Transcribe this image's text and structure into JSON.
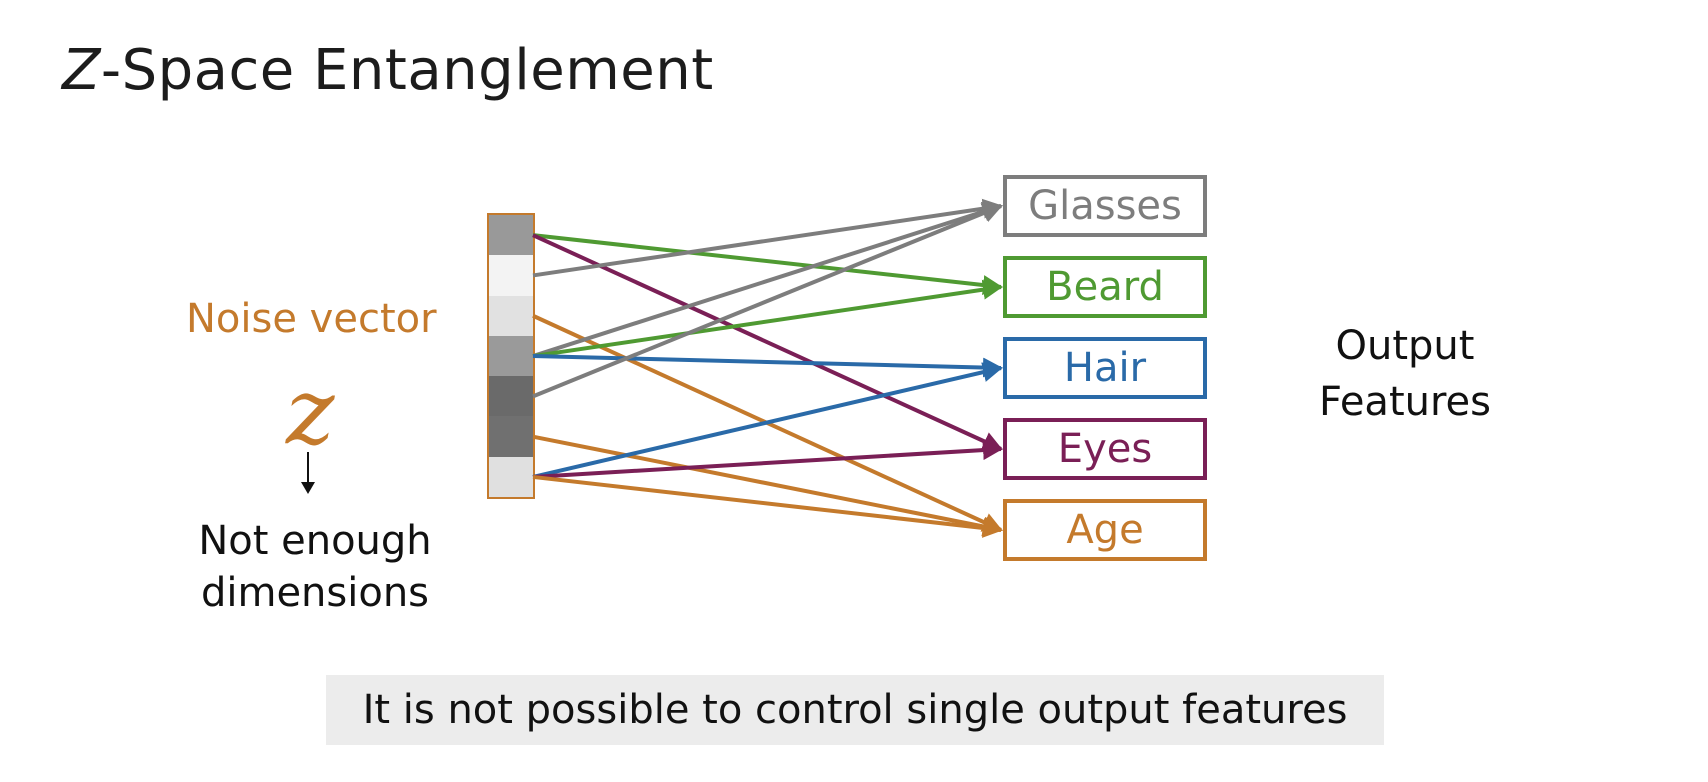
{
  "title_prefix": "Z",
  "title_rest": "-Space Entanglement",
  "noise_label": "Noise vector",
  "z_symbol": "z",
  "not_enough_line1": "Not enough",
  "not_enough_line2": "dimensions",
  "output_line1": "Output",
  "output_line2": "Features",
  "caption": "It is not possible to control single output features",
  "colors": {
    "accent_orange": "#c47a2c",
    "glasses": "#7d7d7d",
    "beard": "#4f9a32",
    "hair": "#2a6aa8",
    "eyes": "#7a1f56",
    "age": "#c47a2c"
  },
  "vector_cells": [
    "#999999",
    "#f3f3f3",
    "#e1e1e1",
    "#9a9a9a",
    "#6a6a6a",
    "#707070",
    "#e0e0e0"
  ],
  "features": [
    {
      "name": "Glasses",
      "color": "#7d7d7d"
    },
    {
      "name": "Beard",
      "color": "#4f9a32"
    },
    {
      "name": "Hair",
      "color": "#2a6aa8"
    },
    {
      "name": "Eyes",
      "color": "#7a1f56"
    },
    {
      "name": "Age",
      "color": "#c47a2c"
    }
  ],
  "connections": [
    {
      "from_cell": 0,
      "to_feature": "Beard",
      "color": "#4f9a32"
    },
    {
      "from_cell": 0,
      "to_feature": "Eyes",
      "color": "#7a1f56"
    },
    {
      "from_cell": 1,
      "to_feature": "Glasses",
      "color": "#7d7d7d"
    },
    {
      "from_cell": 2,
      "to_feature": "Age",
      "color": "#c47a2c"
    },
    {
      "from_cell": 3,
      "to_feature": "Glasses",
      "color": "#7d7d7d"
    },
    {
      "from_cell": 3,
      "to_feature": "Beard",
      "color": "#4f9a32"
    },
    {
      "from_cell": 3,
      "to_feature": "Hair",
      "color": "#2a6aa8"
    },
    {
      "from_cell": 4,
      "to_feature": "Glasses",
      "color": "#7d7d7d"
    },
    {
      "from_cell": 5,
      "to_feature": "Age",
      "color": "#c47a2c"
    },
    {
      "from_cell": 6,
      "to_feature": "Hair",
      "color": "#2a6aa8"
    },
    {
      "from_cell": 6,
      "to_feature": "Eyes",
      "color": "#7a1f56"
    },
    {
      "from_cell": 6,
      "to_feature": "Age",
      "color": "#c47a2c"
    }
  ]
}
